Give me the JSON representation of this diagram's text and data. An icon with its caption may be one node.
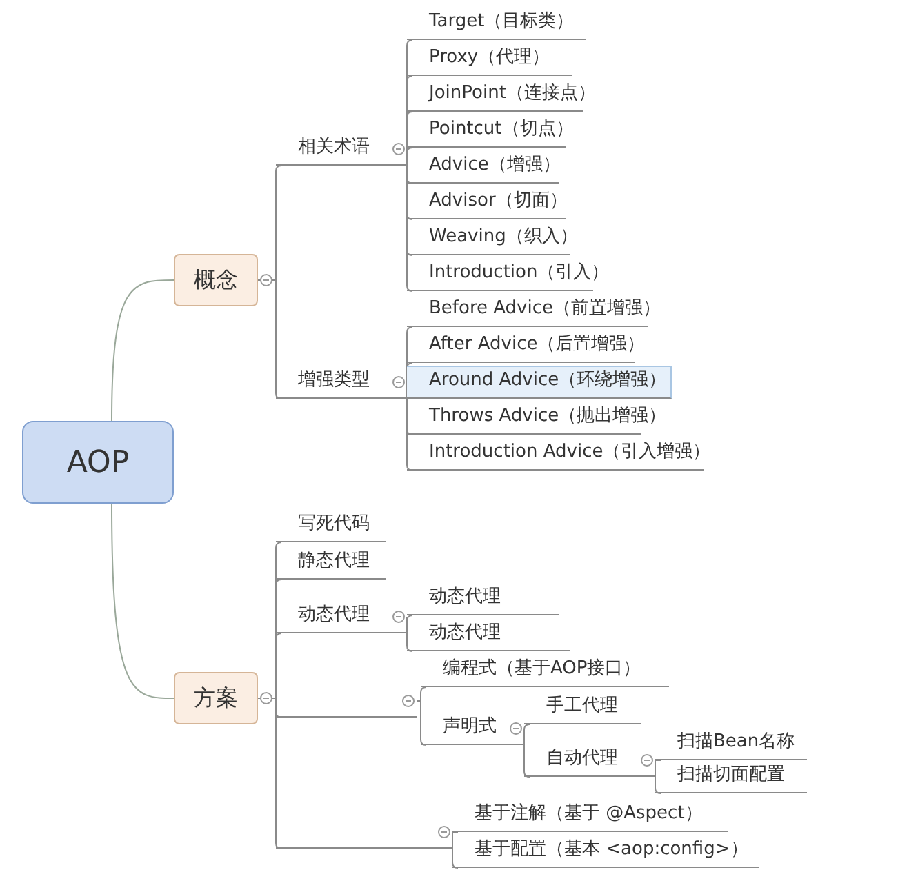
{
  "diagram": {
    "nodes": [
      {
        "text": [
          "AOP"
        ]
      },
      {
        "text": [
          "概念"
        ]
      },
      {
        "text": [
          "方案"
        ]
      },
      {
        "text": [
          "相关术语"
        ]
      },
      {
        "text": [
          "Target（目标类）"
        ]
      },
      {
        "text": [
          "Proxy（代理）"
        ]
      },
      {
        "text": [
          "JoinPoint（连接点）"
        ]
      },
      {
        "text": [
          "Pointcut（切点）"
        ]
      },
      {
        "text": [
          "Advice（增强）"
        ]
      },
      {
        "text": [
          "Advisor（切面）"
        ]
      },
      {
        "text": [
          "Weaving（织入）"
        ]
      },
      {
        "text": [
          "Introduction（引入）"
        ]
      },
      {
        "text": [
          "增强类型"
        ]
      },
      {
        "text": [
          "Before Advice（前置增强）"
        ]
      },
      {
        "text": [
          "After Advice（后置增强）"
        ]
      },
      {
        "text": [
          "Around Advice（环绕增强）"
        ]
      },
      {
        "text": [
          "Throws Advice（抛出增强）"
        ]
      },
      {
        "text": [
          "Introduction Advice（引入增强）"
        ]
      },
      {
        "text": [
          "写死代码"
        ]
      },
      {
        "text": [
          "静态代理"
        ]
      },
      {
        "text": [
          "动态代理"
        ]
      },
      {
        "text": [
          "动态代理"
        ]
      },
      {
        "text": [
          "动态代理"
        ]
      },
      {
        "text": [],
        "shape": "line"
      },
      {
        "text": [
          "编程式（基于AOP接口）"
        ]
      },
      {
        "text": [
          "声明式"
        ]
      },
      {
        "text": [
          "手工代理"
        ]
      },
      {
        "text": [
          "自动代理"
        ]
      },
      {
        "text": [
          "扫描Bean名称"
        ]
      },
      {
        "text": [
          "扫描切面配置"
        ]
      },
      {
        "text": [],
        "shape": "line"
      },
      {
        "text": [
          "基于注解（基于 @Aspect）"
        ]
      },
      {
        "text": [
          "基于配置（基本 <aop:config>）"
        ]
      }
    ],
    "edges": [
      {
        "from": 0,
        "to": 1,
        "arrow": "none"
      },
      {
        "from": 0,
        "to": 2,
        "arrow": "none"
      },
      {
        "from": 1,
        "to": 3,
        "arrow": "none"
      },
      {
        "from": 1,
        "to": 12,
        "arrow": "none"
      },
      {
        "from": 3,
        "to": 4,
        "arrow": "none"
      },
      {
        "from": 3,
        "to": 5,
        "arrow": "none"
      },
      {
        "from": 3,
        "to": 6,
        "arrow": "none"
      },
      {
        "from": 3,
        "to": 7,
        "arrow": "none"
      },
      {
        "from": 3,
        "to": 8,
        "arrow": "none"
      },
      {
        "from": 3,
        "to": 9,
        "arrow": "none"
      },
      {
        "from": 3,
        "to": 10,
        "arrow": "none"
      },
      {
        "from": 3,
        "to": 11,
        "arrow": "none"
      },
      {
        "from": 12,
        "to": 13,
        "arrow": "none"
      },
      {
        "from": 12,
        "to": 14,
        "arrow": "none"
      },
      {
        "from": 12,
        "to": 15,
        "arrow": "none"
      },
      {
        "from": 12,
        "to": 16,
        "arrow": "none"
      },
      {
        "from": 12,
        "to": 17,
        "arrow": "none"
      },
      {
        "from": 2,
        "to": 18,
        "arrow": "none"
      },
      {
        "from": 2,
        "to": 19,
        "arrow": "none"
      },
      {
        "from": 2,
        "to": 20,
        "arrow": "none"
      },
      {
        "from": 2,
        "to": 23,
        "arrow": "none"
      },
      {
        "from": 2,
        "to": 30,
        "arrow": "none"
      },
      {
        "from": 20,
        "to": 21,
        "arrow": "none"
      },
      {
        "from": 20,
        "to": 22,
        "arrow": "none"
      },
      {
        "from": 23,
        "to": 24,
        "arrow": "none"
      },
      {
        "from": 23,
        "to": 25,
        "arrow": "none"
      },
      {
        "from": 25,
        "to": 26,
        "arrow": "none"
      },
      {
        "from": 25,
        "to": 27,
        "arrow": "none"
      },
      {
        "from": 27,
        "to": 28,
        "arrow": "none"
      },
      {
        "from": 27,
        "to": 29,
        "arrow": "none"
      },
      {
        "from": 30,
        "to": 31,
        "arrow": "none"
      },
      {
        "from": 30,
        "to": 32,
        "arrow": "none"
      }
    ]
  }
}
